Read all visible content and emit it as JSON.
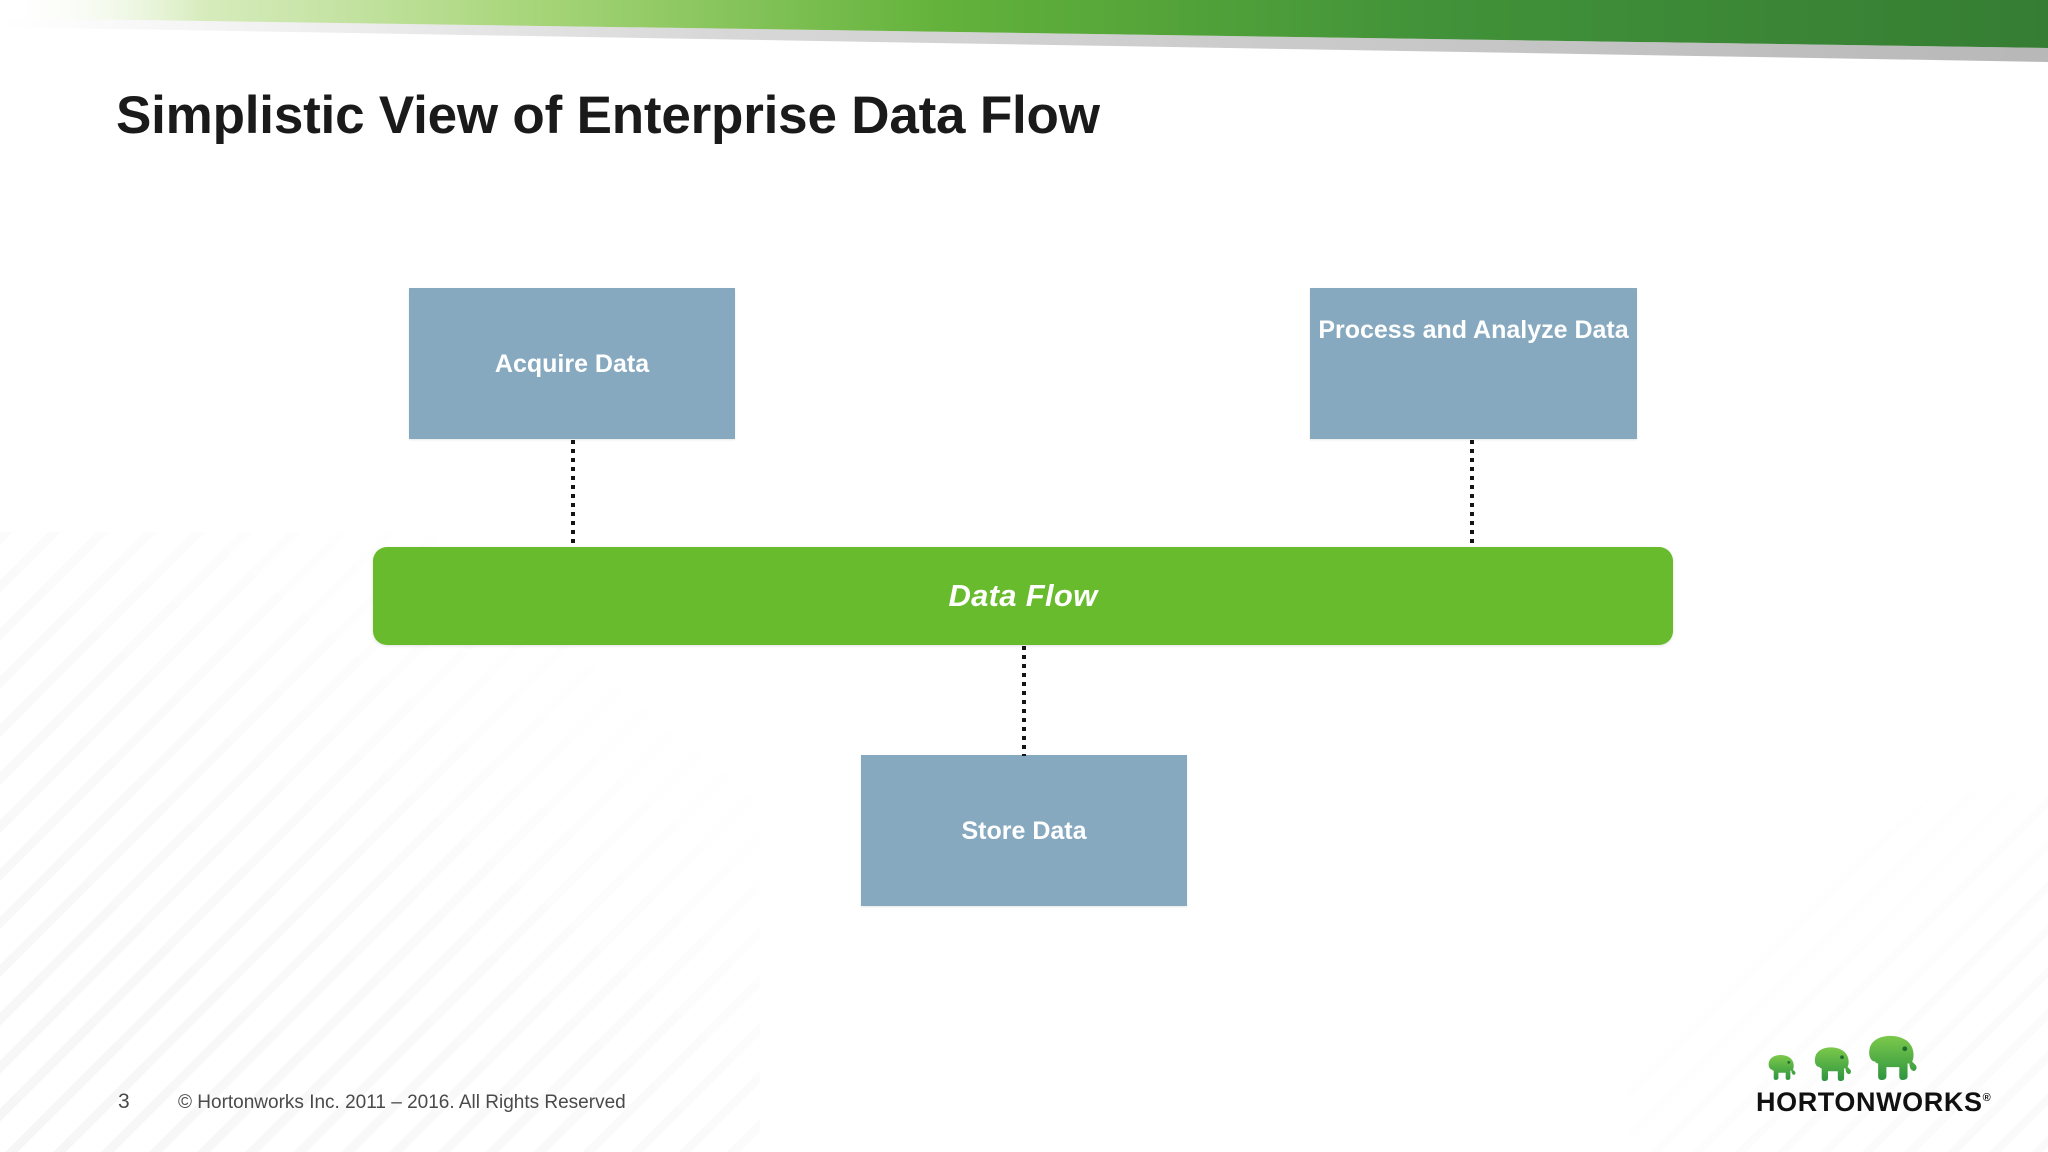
{
  "slide": {
    "title": "Simplistic View of Enterprise Data Flow",
    "page_number": "3",
    "copyright": "© Hortonworks Inc. 2011 – 2016. All Rights Reserved"
  },
  "theme": {
    "banner_green_left": "#9fd470",
    "banner_green_right": "#3a8a36",
    "node_blue": "#86a9bf",
    "bar_green": "#67bb2c",
    "title_color": "#1a1a1a",
    "footer_color": "#4a4a4a",
    "logo_green_light": "#6cc24a",
    "logo_green_dark": "#2f9e41"
  },
  "diagram": {
    "type": "flow",
    "nodes": [
      {
        "id": "acquire",
        "label": "Acquire Data",
        "shape": "rectangle",
        "color": "#86a9bf"
      },
      {
        "id": "process",
        "label": "Process and Analyze Data",
        "shape": "rectangle",
        "color": "#86a9bf"
      },
      {
        "id": "dataflow",
        "label": "Data Flow",
        "shape": "rounded-bar",
        "color": "#67bb2c"
      },
      {
        "id": "store",
        "label": "Store Data",
        "shape": "rectangle",
        "color": "#86a9bf"
      }
    ],
    "connectors": [
      {
        "from": "acquire",
        "to": "dataflow",
        "style": "dotted"
      },
      {
        "from": "process",
        "to": "dataflow",
        "style": "dotted"
      },
      {
        "from": "dataflow",
        "to": "store",
        "style": "dotted"
      }
    ]
  },
  "logo": {
    "wordmark": "HORTONWORKS",
    "registered_mark": "®",
    "icon": "three-elephants"
  }
}
